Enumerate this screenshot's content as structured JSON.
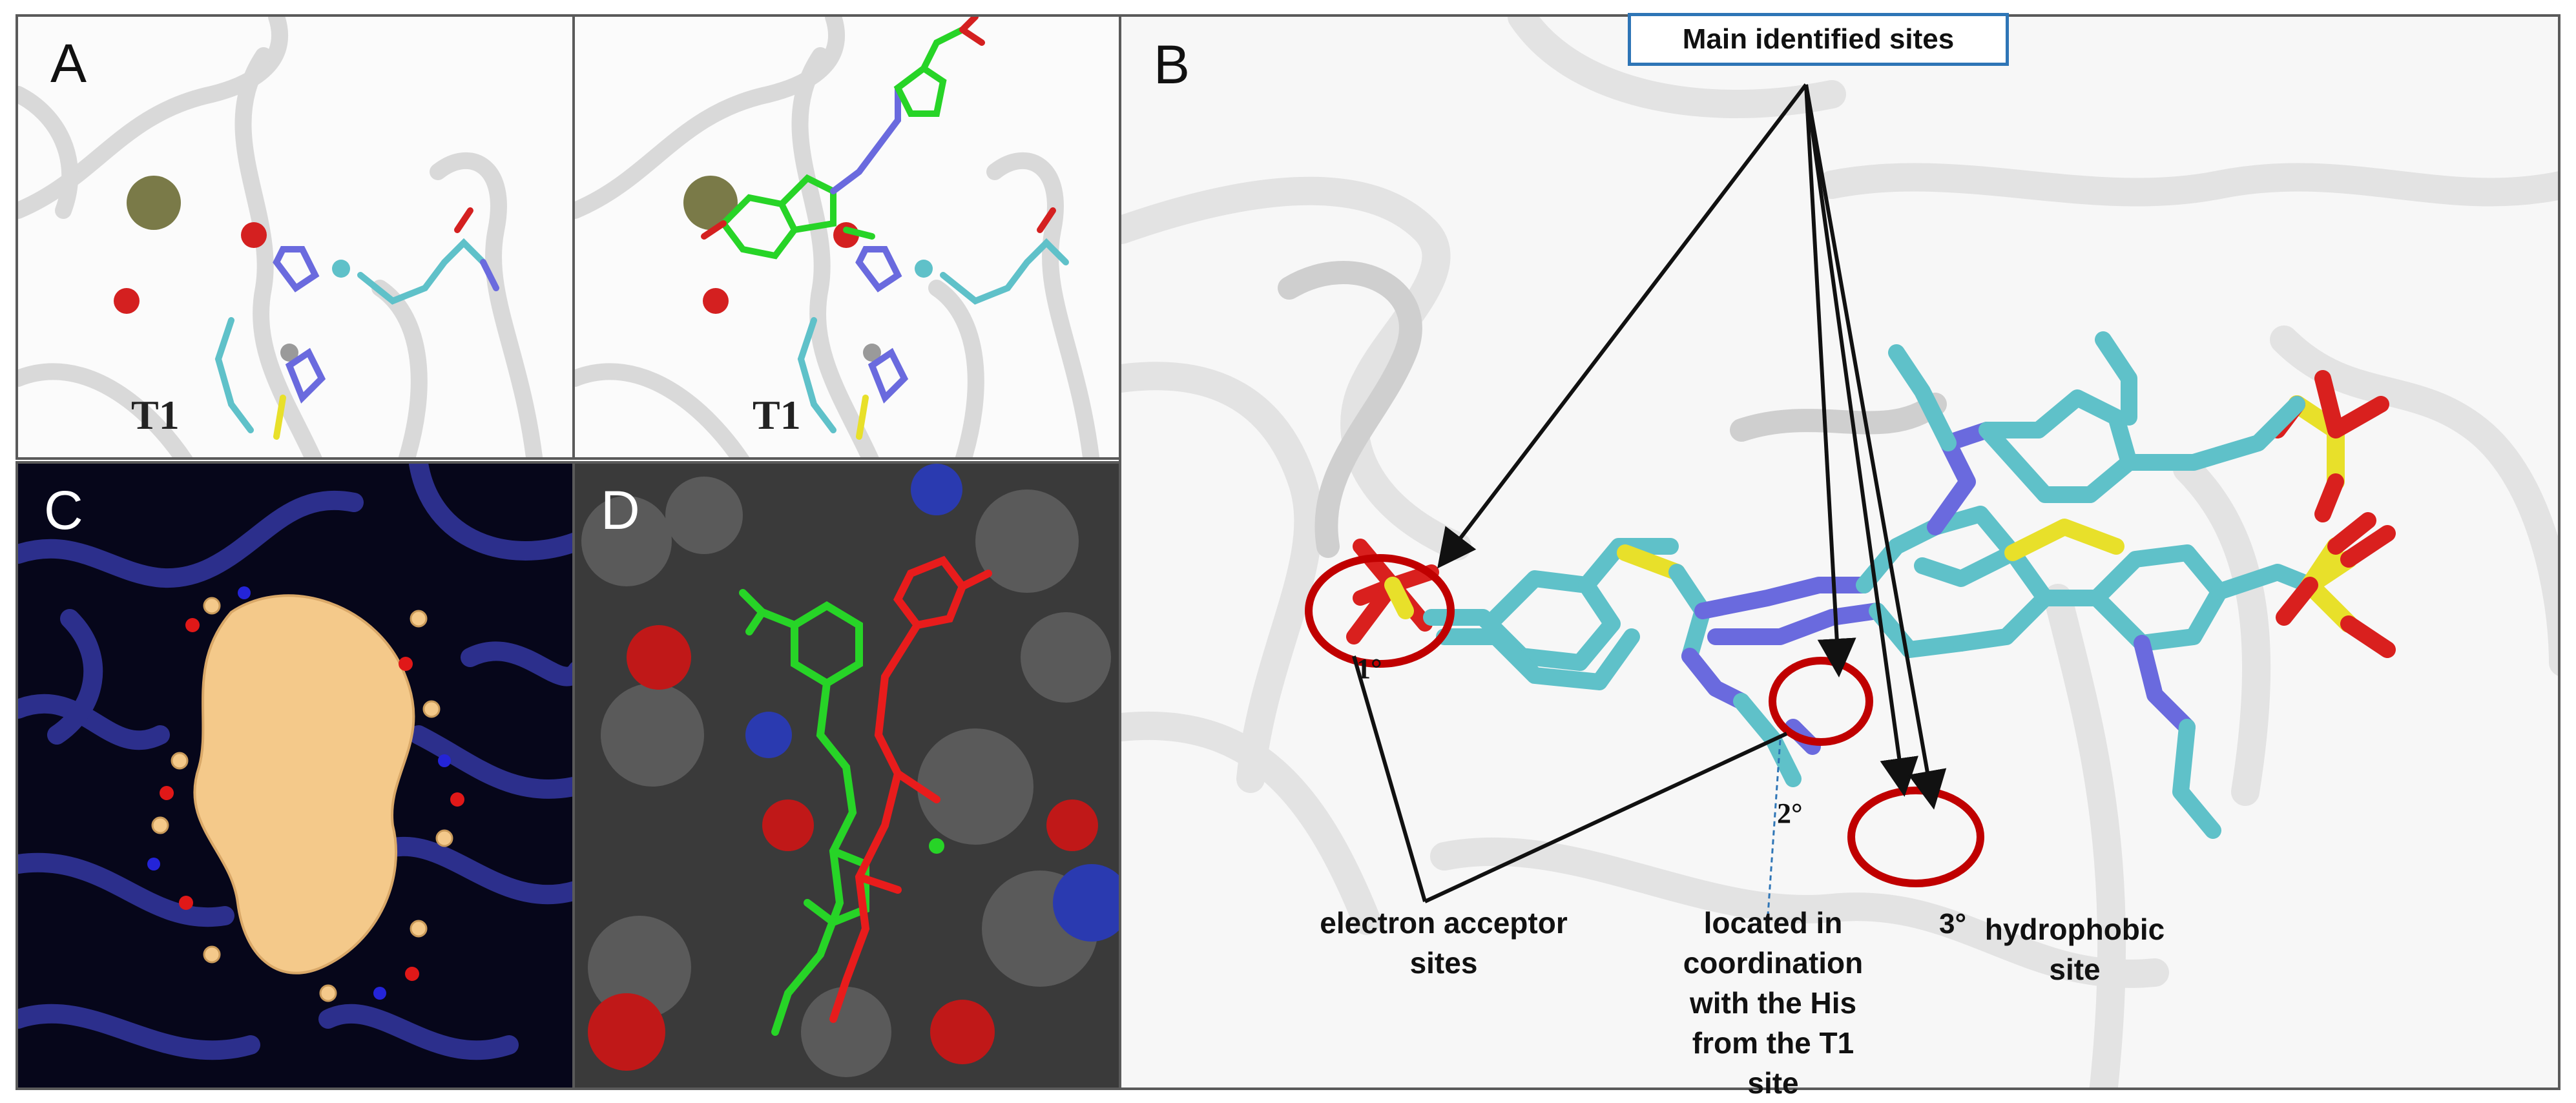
{
  "panels": {
    "a": {
      "label": "A",
      "t1_left": "T1",
      "t1_right": "T1"
    },
    "b": {
      "label": "B",
      "main_sites_label": "Main identified sites",
      "site_1": "1°",
      "site_2": "2°",
      "site_3": "3°",
      "electron_acceptor": [
        "electron acceptor",
        "sites"
      ],
      "coordination_note": [
        "located in",
        "coordination",
        "with the His",
        "from the T1 site"
      ],
      "hydrophobic": [
        "hydrophobic",
        "site"
      ]
    },
    "c": {
      "label": "C"
    },
    "d": {
      "label": "D"
    }
  },
  "colors": {
    "carbon": "#5fc1c9",
    "nitrogen": "#6a6ade",
    "oxygen": "#d9201e",
    "sulfur": "#e8e02a",
    "ligand_green": "#27d427",
    "ligand_red": "#e81c1c",
    "ribbon_blue": "#2c2f8c",
    "pocket_tan": "#f4c98a",
    "site_circle": "#c00000",
    "label_box": "#2e75b6"
  }
}
